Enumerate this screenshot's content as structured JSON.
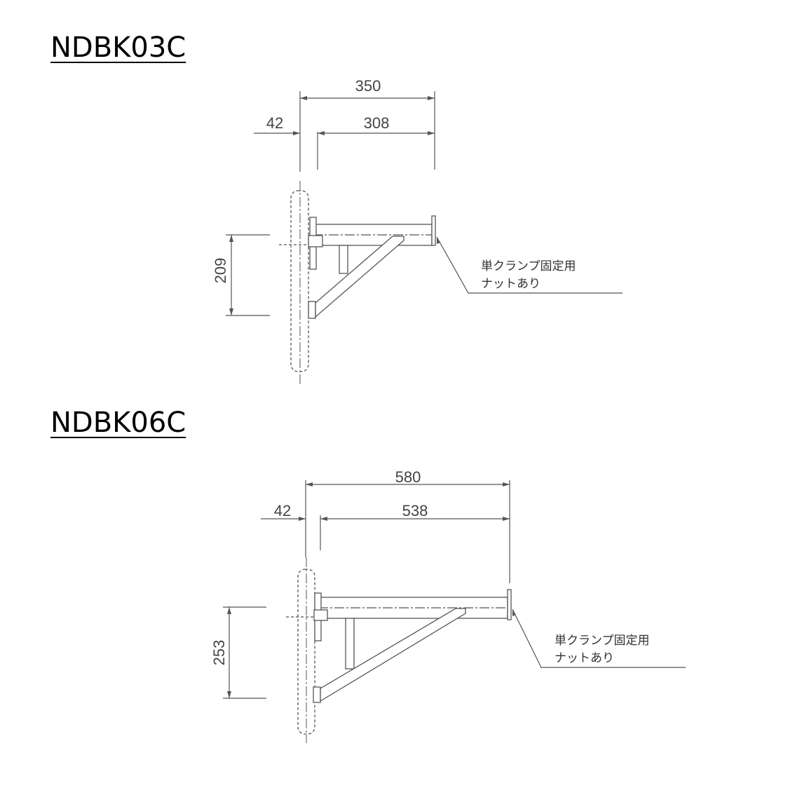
{
  "drawings": [
    {
      "model": "NDBK03C",
      "dimensions": {
        "total_length": "350",
        "offset": "42",
        "arm_length": "308",
        "height": "209"
      },
      "note_lines": [
        "単クランプ固定用",
        "ナットあり"
      ]
    },
    {
      "model": "NDBK06C",
      "dimensions": {
        "total_length": "580",
        "offset": "42",
        "arm_length": "538",
        "height": "253"
      },
      "note_lines": [
        "単クランプ固定用",
        "ナットあり"
      ]
    }
  ]
}
